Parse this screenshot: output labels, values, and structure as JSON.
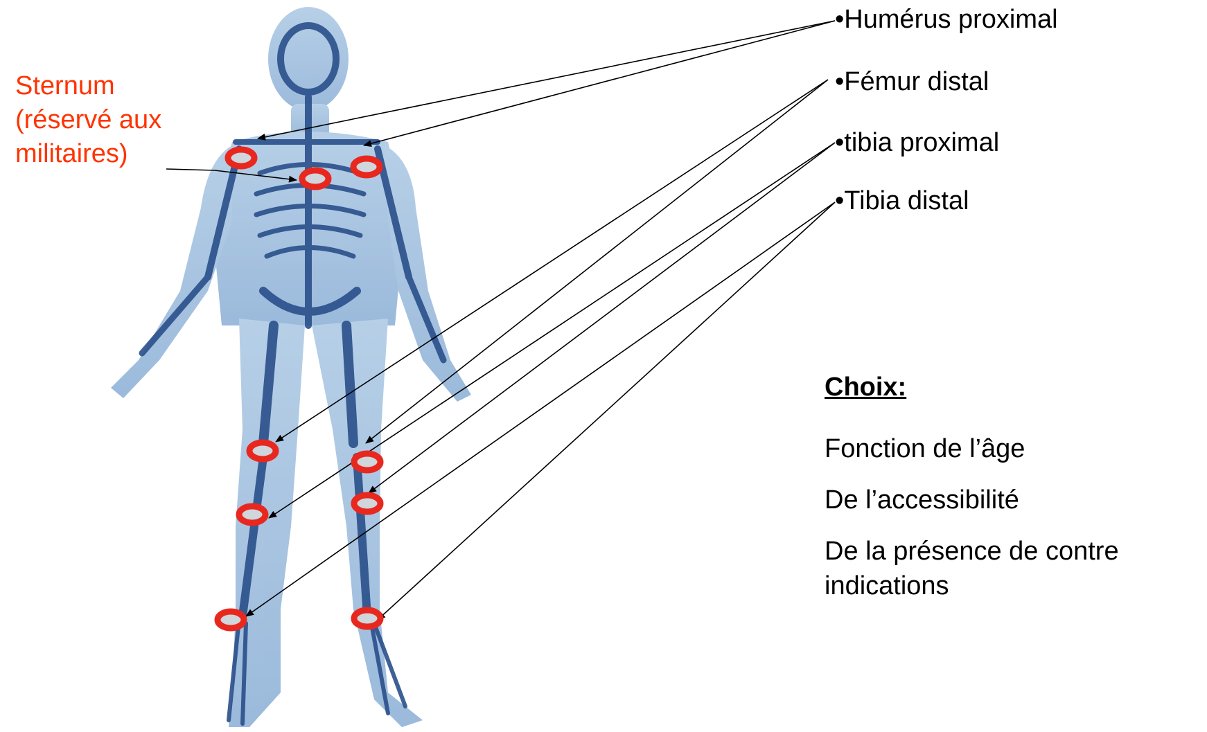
{
  "sternum_label": {
    "lines": [
      "Sternum",
      "(réservé aux",
      "militaires)"
    ],
    "color": "#ff3300"
  },
  "sites": [
    {
      "id": "humerus_proximal",
      "label": "•Humérus proximal"
    },
    {
      "id": "femur_distal",
      "label": "•Fémur distal"
    },
    {
      "id": "tibia_proximal",
      "label": "•tibia proximal"
    },
    {
      "id": "tibia_distal",
      "label": "•Tibia distal"
    }
  ],
  "choice": {
    "title": "Choix:",
    "items": [
      {
        "lines": [
          "Fonction de l’âge"
        ]
      },
      {
        "lines": [
          "De l’accessibilité"
        ]
      },
      {
        "lines": [
          "De la présence de contre",
          "indications"
        ]
      }
    ]
  },
  "colors": {
    "marker_ring": "#e8281e",
    "marker_inner": "#cfd6dc",
    "body": "#5f8ab8",
    "bone": "#2a4f8a",
    "arrow": "#000000"
  }
}
